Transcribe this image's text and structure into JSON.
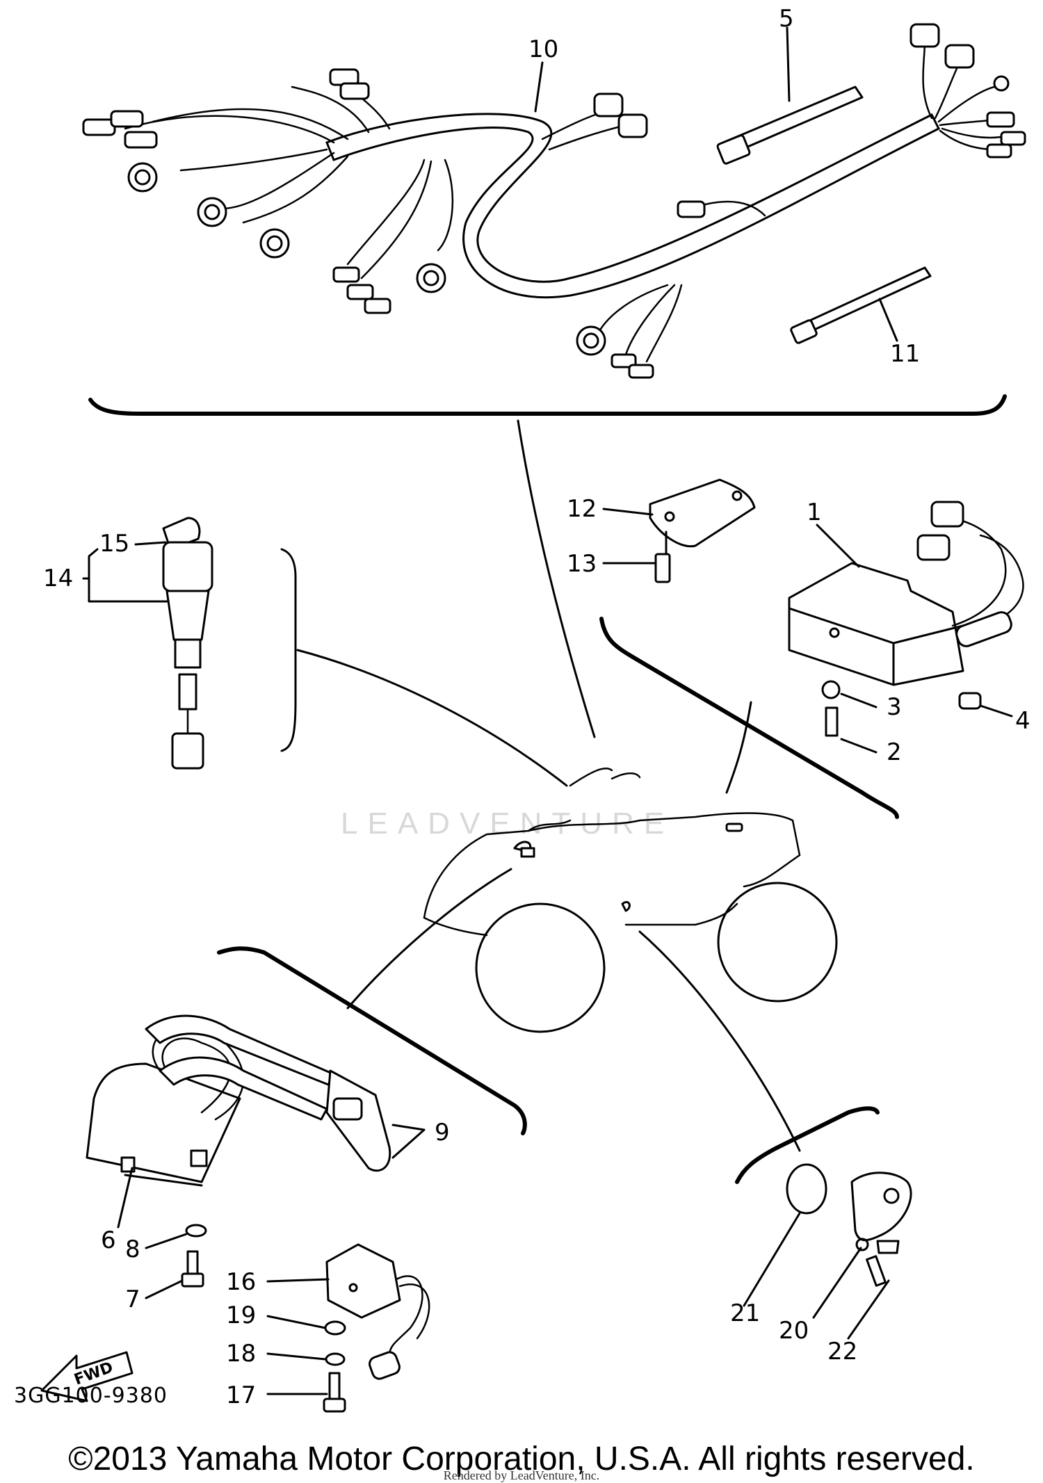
{
  "diagram": {
    "code": "3GG100-9380",
    "watermark": "LEADVENTURE",
    "fwd_label": "FWD",
    "callouts": [
      {
        "id": "c1",
        "text": "1"
      },
      {
        "id": "c2",
        "text": "2"
      },
      {
        "id": "c3",
        "text": "3"
      },
      {
        "id": "c4",
        "text": "4"
      },
      {
        "id": "c5",
        "text": "5"
      },
      {
        "id": "c6",
        "text": "6"
      },
      {
        "id": "c7",
        "text": "7"
      },
      {
        "id": "c8",
        "text": "8"
      },
      {
        "id": "c9",
        "text": "9"
      },
      {
        "id": "c10",
        "text": "10"
      },
      {
        "id": "c11",
        "text": "11"
      },
      {
        "id": "c12",
        "text": "12"
      },
      {
        "id": "c13",
        "text": "13"
      },
      {
        "id": "c14",
        "text": "14"
      },
      {
        "id": "c15",
        "text": "15"
      },
      {
        "id": "c16",
        "text": "16"
      },
      {
        "id": "c17",
        "text": "17"
      },
      {
        "id": "c18",
        "text": "18"
      },
      {
        "id": "c19",
        "text": "19"
      },
      {
        "id": "c20",
        "text": "20"
      },
      {
        "id": "c21",
        "text": "21"
      },
      {
        "id": "c22",
        "text": "22"
      }
    ]
  },
  "footer": {
    "copyright": "©2013 Yamaha Motor Corporation, U.S.A. All rights reserved.",
    "rendered_by": "Rendered by LeadVenture, Inc."
  }
}
